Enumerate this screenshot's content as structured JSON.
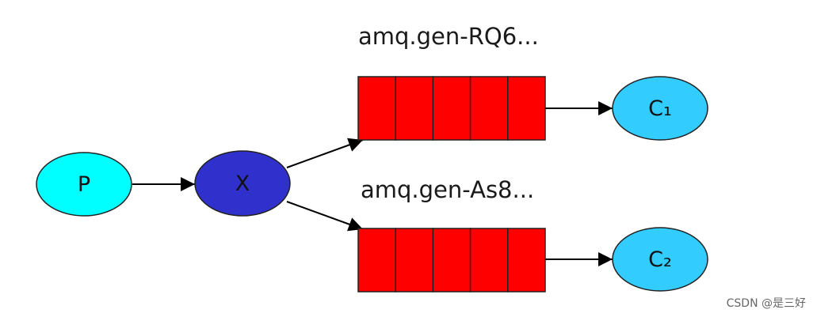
{
  "nodes": {
    "producer": {
      "label": "P",
      "color": "#00ffff"
    },
    "exchange": {
      "label": "X",
      "color": "#3030cc"
    },
    "consumer1": {
      "label": "C₁",
      "color": "#33ccff"
    },
    "consumer2": {
      "label": "C₂",
      "color": "#33ccff"
    }
  },
  "queues": [
    {
      "label": "amq.gen-RQ6...",
      "cells": 5,
      "color": "#ff0000"
    },
    {
      "label": "amq.gen-As8...",
      "cells": 5,
      "color": "#ff0000"
    }
  ],
  "watermark": "CSDN @是三好"
}
